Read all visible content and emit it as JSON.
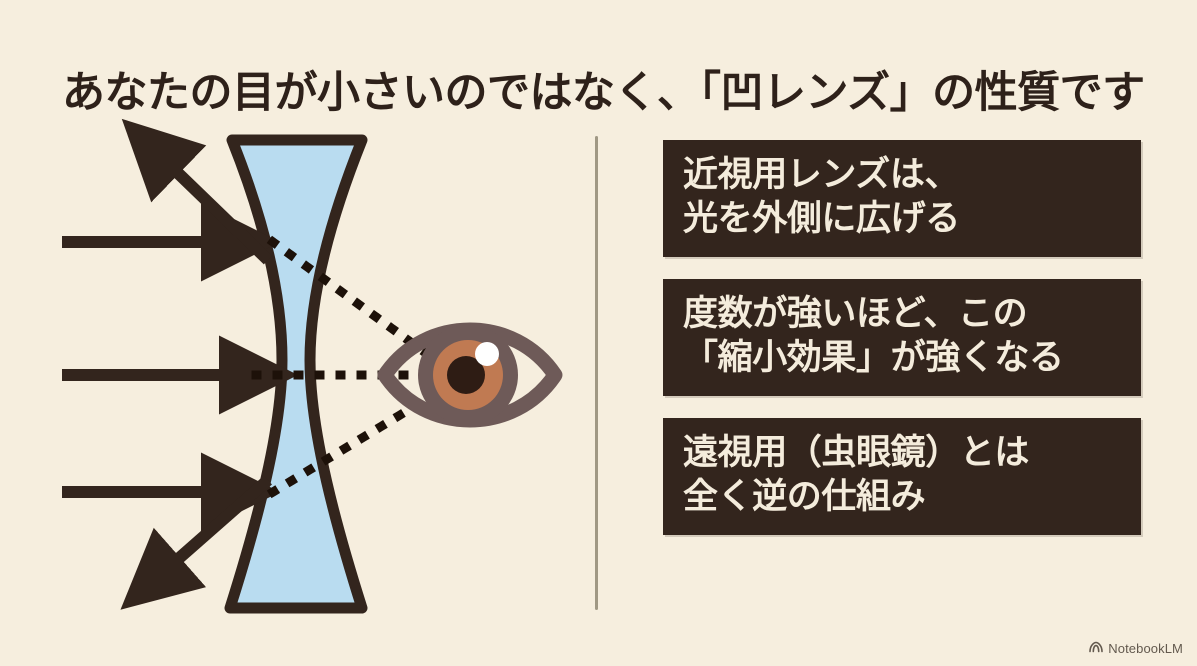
{
  "page": {
    "background_color": "#f6eede",
    "ink_color": "#33251d"
  },
  "title": "あなたの目が小さいのではなく、「凹レンズ」の性質です",
  "diagram": {
    "name": "concave-lens-ray-diagram",
    "lens": {
      "label": "凹レンズ",
      "type": "biconcave",
      "fill_color": "#b8dcf0",
      "outline_color": "#33251d"
    },
    "eye": {
      "label": "目",
      "outline_color": "#6e5a58",
      "iris_color": "#c07a52",
      "pupil_color": "#2e1c14",
      "highlight_color": "#ffffff"
    },
    "incoming_rays": [
      {
        "label": "入射光 上",
        "direction": "right"
      },
      {
        "label": "入射光 中央",
        "direction": "right"
      },
      {
        "label": "入射光 下",
        "direction": "right"
      }
    ],
    "outgoing_rays": [
      {
        "label": "発散光 上",
        "direction": "up-left"
      },
      {
        "label": "発散光 下",
        "direction": "down-left"
      }
    ],
    "virtual_rays": [
      {
        "label": "延長線 上"
      },
      {
        "label": "延長線 中央"
      },
      {
        "label": "延長線 下"
      }
    ]
  },
  "cards": [
    {
      "name": "card-myopia-lens",
      "lines": [
        "近視用レンズは、",
        "光を外側に広げる"
      ]
    },
    {
      "name": "card-power-effect",
      "lines": [
        "度数が強いほど、この",
        "「縮小効果」が強くなる"
      ]
    },
    {
      "name": "card-hyperopia-contrast",
      "lines": [
        "遠視用（虫眼鏡）とは",
        "全く逆の仕組み"
      ]
    }
  ],
  "watermark": {
    "icon": "notebooklm-icon",
    "text": "NotebookLM"
  }
}
